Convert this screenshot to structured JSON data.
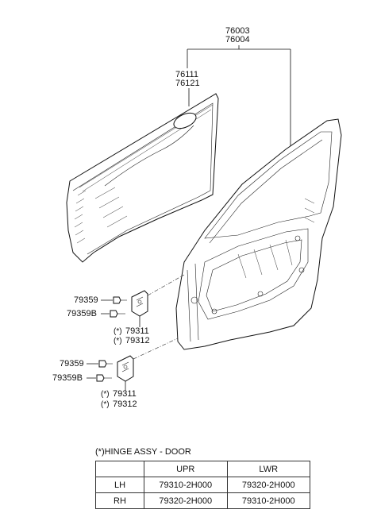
{
  "callouts": {
    "door_assy_lh": "76003",
    "door_assy_rh": "76004",
    "door_panel_lh": "76111",
    "door_panel_rh": "76121",
    "upper_bolt_a": "79359",
    "upper_bolt_b": "79359B",
    "upper_hinge_lh": "79311",
    "upper_hinge_rh": "79312",
    "lower_bolt_a": "79359",
    "lower_bolt_b": "79359B",
    "lower_hinge_lh": "79311",
    "lower_hinge_rh": "79312",
    "marker": "(*)"
  },
  "hinge_table": {
    "title": "HINGE ASSY - DOOR",
    "marker": "(*)",
    "columns": [
      "",
      "UPR",
      "LWR"
    ],
    "rows": [
      {
        "side": "LH",
        "upr": "79310-2H000",
        "lwr": "79320-2H000"
      },
      {
        "side": "RH",
        "upr": "79320-2H000",
        "lwr": "79310-2H000"
      }
    ]
  }
}
